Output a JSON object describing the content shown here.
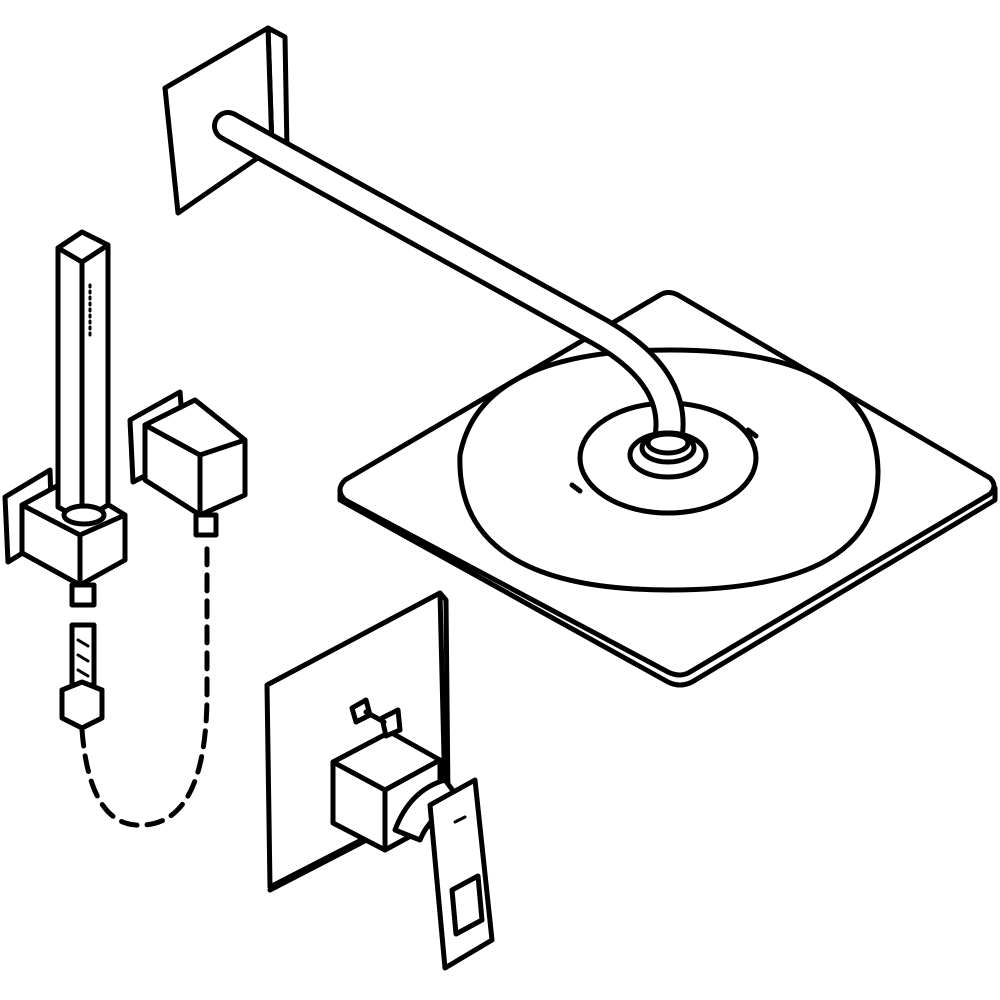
{
  "drawing": {
    "colors": {
      "line": "#000000",
      "background": "#ffffff"
    },
    "components": [
      "wall-flange",
      "shower-arm",
      "head-shower",
      "hand-shower",
      "hand-shower-holder",
      "wall-outlet-elbow",
      "shower-hose",
      "mixer-wall-plate",
      "mixer-lever"
    ]
  }
}
